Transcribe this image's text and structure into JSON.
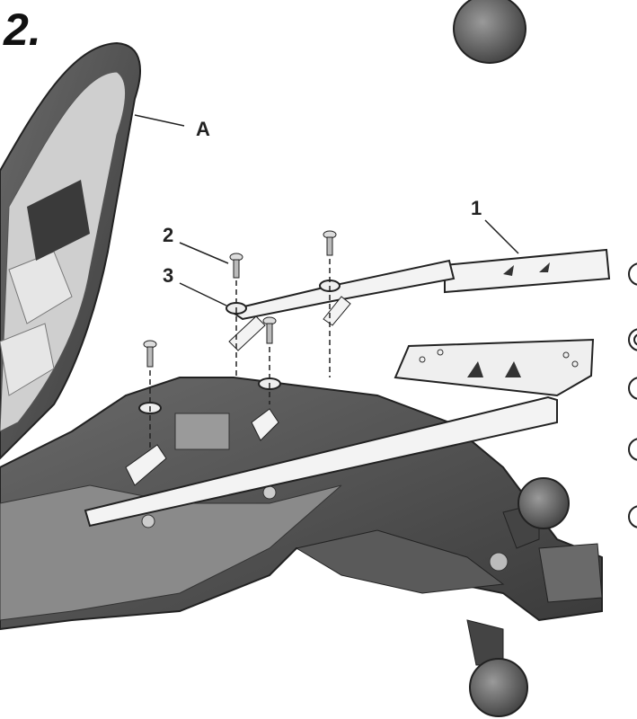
{
  "step_number": "2.",
  "labels": {
    "part_a": "A",
    "part_1": "1",
    "part_2": "2",
    "part_3": "3"
  },
  "colors": {
    "dark_part": "#4a4a4a",
    "medium_part": "#7a7a7a",
    "light_part": "#d8d8d8",
    "outline": "#222222"
  }
}
